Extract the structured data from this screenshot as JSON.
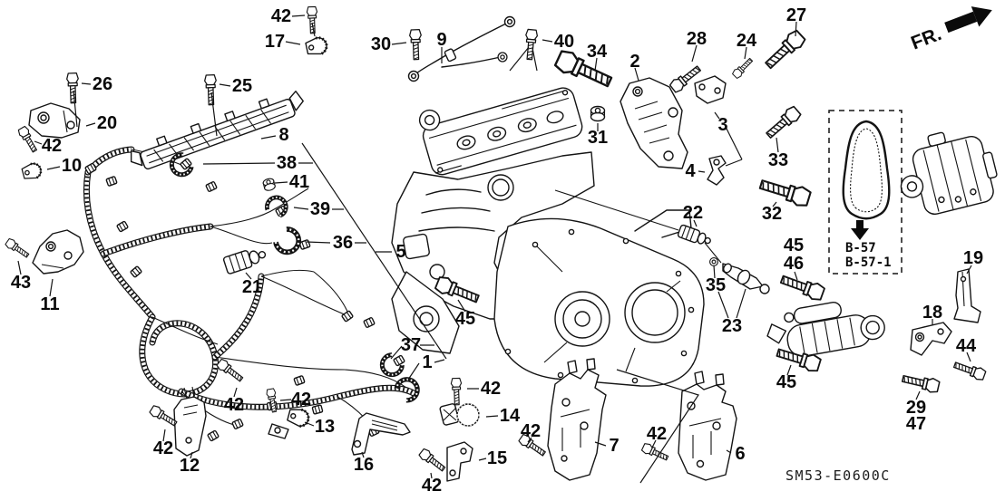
{
  "figure": {
    "fr_label": "FR.",
    "ref_box": {
      "line1": "B-57",
      "line2": "B-57-1"
    },
    "diagram_code": "SM53-E0600C"
  },
  "callouts": [
    "42",
    "17",
    "26",
    "25",
    "20",
    "8",
    "42",
    "10",
    "30",
    "9",
    "40",
    "34",
    "2",
    "31",
    "28",
    "24",
    "27",
    "3",
    "33",
    "4",
    "38",
    "41",
    "39",
    "36",
    "5",
    "43",
    "11",
    "21",
    "22",
    "32",
    "35",
    "45",
    "46",
    "23",
    "19",
    "18",
    "44",
    "29",
    "47",
    "45",
    "6",
    "42",
    "7",
    "42",
    "45",
    "37",
    "1",
    "42",
    "14",
    "15",
    "42",
    "16",
    "13",
    "42",
    "42",
    "12",
    "42"
  ]
}
